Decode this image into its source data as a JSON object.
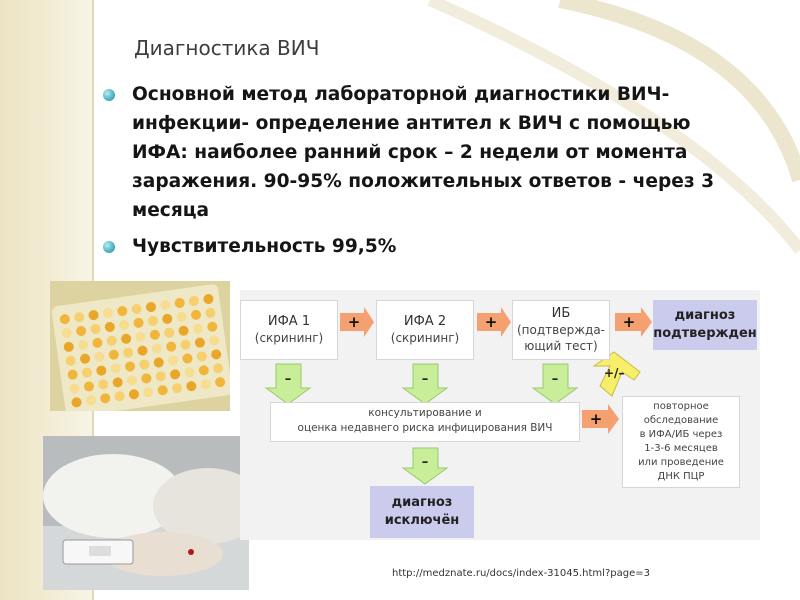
{
  "slide": {
    "title": "Диагностика ВИЧ",
    "bullets": [
      "Основной метод лабораторной диагностики ВИЧ-инфекции- определение антител к ВИЧ с помощью ИФА: наиболее ранний срок – 2 недели от момента заражения. 90-95% положительных ответов - через 3 месяца",
      "Чувствительность 99,5%"
    ],
    "url": "http://medznate.ru/docs/index-31045.html?page=3"
  },
  "diagram": {
    "ifa1": {
      "title": "ИФА 1",
      "sub": "(скрининг)"
    },
    "ifa2": {
      "title": "ИФА 2",
      "sub": "(скрининг)"
    },
    "ib": {
      "title": "ИБ",
      "sub1": "(подтвержда-",
      "sub2": "ющий тест)"
    },
    "confirmed": {
      "line1": "диагноз",
      "line2": "подтвержден"
    },
    "excluded": {
      "line1": "диагноз",
      "line2": "исключён"
    },
    "consult": {
      "line1": "консультирование и",
      "line2": "оценка недавнего риска инфицирования ВИЧ"
    },
    "repeat": {
      "line1": "повторное",
      "line2": "обследование",
      "line3": "в ИФА/ИБ через",
      "line4": "1-3-6 месяцев",
      "line5": "или проведение",
      "line6": "ДНК ПЦР"
    },
    "plus": "+",
    "minus": "–",
    "plusminus": "+/–",
    "colors": {
      "plus_arrow": "#f4a070",
      "minus_arrow": "#c8ee9a",
      "result_box": "#cbcbed",
      "pm_arrow": "#f7ef6a"
    }
  }
}
